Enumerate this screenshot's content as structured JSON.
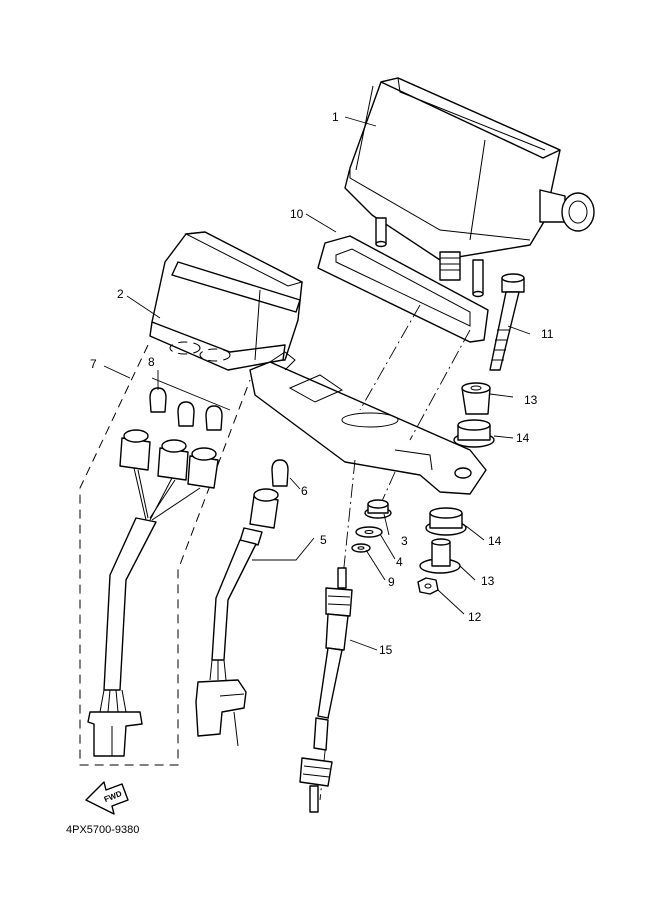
{
  "diagram": {
    "callouts": [
      {
        "id": "c1",
        "label": "1"
      },
      {
        "id": "c2",
        "label": "2"
      },
      {
        "id": "c3",
        "label": "3"
      },
      {
        "id": "c4",
        "label": "4"
      },
      {
        "id": "c5",
        "label": "5"
      },
      {
        "id": "c6",
        "label": "6"
      },
      {
        "id": "c7",
        "label": "7"
      },
      {
        "id": "c8",
        "label": "8"
      },
      {
        "id": "c9",
        "label": "9"
      },
      {
        "id": "c10",
        "label": "10"
      },
      {
        "id": "c11",
        "label": "11"
      },
      {
        "id": "c12",
        "label": "12"
      },
      {
        "id": "c13a",
        "label": "13"
      },
      {
        "id": "c13b",
        "label": "13"
      },
      {
        "id": "c14a",
        "label": "14"
      },
      {
        "id": "c14b",
        "label": "14"
      },
      {
        "id": "c15",
        "label": "15"
      }
    ],
    "fwd_label": "FWD",
    "part_code": "4PX5700-9380"
  }
}
